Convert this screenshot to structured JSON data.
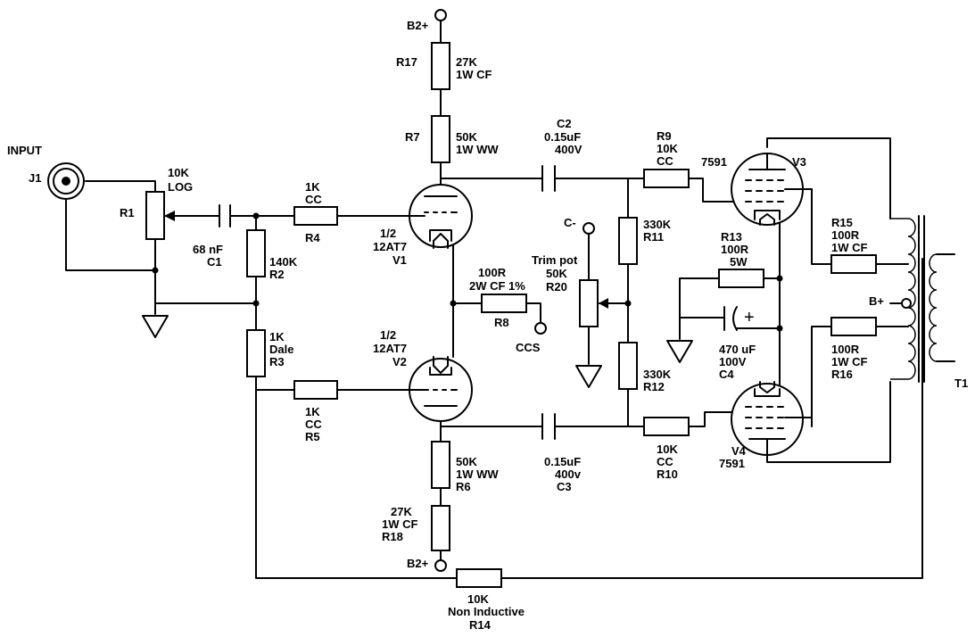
{
  "labels": {
    "input": "INPUT",
    "j1": "J1",
    "r1": "R1",
    "r1_val": "10K",
    "r1_type": "LOG",
    "c1_val": "68 nF",
    "c1": "C1",
    "r2_val": "140K",
    "r2": "R2",
    "r3_val": "1K",
    "r3_type": "Dale",
    "r3": "R3",
    "r4_val": "1K",
    "r4_type": "CC",
    "r4": "R4",
    "r5_val": "1K",
    "r5_type": "CC",
    "r5": "R5",
    "b2_top": "B2+",
    "r17": "R17",
    "r17_val": "27K",
    "r17_type": "1W CF",
    "r7": "R7",
    "r7_val": "50K",
    "r7_type": "1W WW",
    "v1_half": "1/2",
    "v1_tube": "12AT7",
    "v1": "V1",
    "v2_half": "1/2",
    "v2_tube": "12AT7",
    "v2": "V2",
    "r8_val": "100R",
    "r8_type": "2W CF 1%",
    "r8": "R8",
    "ccs": "CCS",
    "r6_val": "50K",
    "r6_type": "1W WW",
    "r6": "R6",
    "r18_val": "27K",
    "r18_type": "1W CF",
    "r18": "R18",
    "b2_bot": "B2+",
    "c2": "C2",
    "c2_val": "0.15uF",
    "c2_volt": "400V",
    "c3_val": "0.15uF",
    "c3_volt": "400v",
    "c3": "C3",
    "cminus": "C-",
    "r20_name": "Trim pot",
    "r20_val": "50K",
    "r20": "R20",
    "r11_val": "330K",
    "r11": "R11",
    "r12_val": "330K",
    "r12": "R12",
    "r9": "R9",
    "r9_val": "10K",
    "r9_type": "CC",
    "r10_val": "10K",
    "r10_type": "CC",
    "r10": "R10",
    "v3_type": "7591",
    "v3": "V3",
    "v4": "V4",
    "v4_type": "7591",
    "r13": "R13",
    "r13_val": "100R",
    "r13_type": "5W",
    "c4_val": "470 uF",
    "c4_volt": "100V",
    "c4": "C4",
    "c4_plus": "+",
    "r15": "R15",
    "r15_val": "100R",
    "r15_type": "1W CF",
    "r16_val": "100R",
    "r16_type": "1W CF",
    "r16": "R16",
    "bplus": "B+",
    "t1": "T1",
    "r14_val": "10K",
    "r14_type": "Non Inductive",
    "r14": "R14"
  }
}
